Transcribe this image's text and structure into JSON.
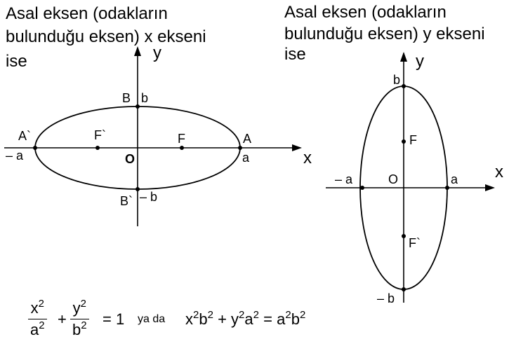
{
  "left_caption": [
    "Asal eksen (odakların",
    "bulunduğu eksen) x ekseni",
    "ise"
  ],
  "right_caption": [
    "Asal eksen (odakların",
    "bulunduğu eksen) y ekseni",
    "ise"
  ],
  "left_diagram": {
    "x_axis": "x",
    "y_axis": "y",
    "B": "B",
    "b": "b",
    "B_prime": "B`",
    "minus_b": "– b",
    "A_prime": "A`",
    "minus_a": "– a",
    "A": "A",
    "a": "a",
    "F_prime": "F`",
    "F": "F",
    "origin": "O"
  },
  "right_diagram": {
    "x_axis": "x",
    "y_axis": "y",
    "b": "b",
    "minus_b": "– b",
    "F": "F",
    "F_prime": "F`",
    "minus_a": "– a",
    "a": "a",
    "origin": "O"
  },
  "formula": {
    "frac1_num": "x",
    "frac1_den": "a",
    "plus": "+",
    "frac2_num": "y",
    "frac2_den": "b",
    "equals_one": "= 1",
    "ya_da": "ya da",
    "exp": "2",
    "rhs_a": "a",
    "rhs_b": "b",
    "x": "x",
    "b": "b",
    "y": "y",
    "a": "a",
    "eq": "="
  }
}
